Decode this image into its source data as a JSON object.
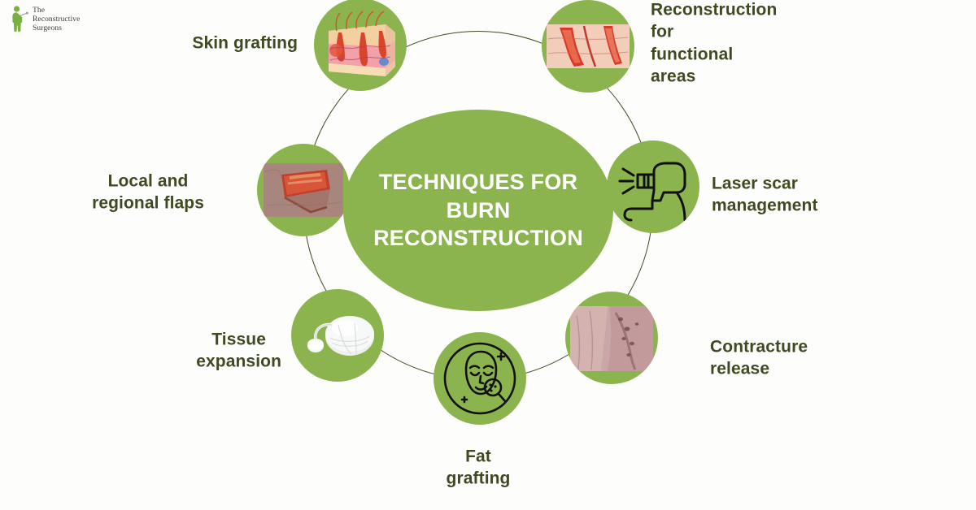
{
  "logo": {
    "name": "The\nReconstructive\nSurgeons",
    "mark": "standing-figure-icon"
  },
  "hub": {
    "title": "TECHNIQUES  FOR\nBURN\nRECONSTRUCTION",
    "bg_color": "#8cb44e",
    "text_color": "#ffffff"
  },
  "theme": {
    "green": "#8cb44e",
    "dark_green": "#3f4a22",
    "background": "#fdfdfb"
  },
  "nodes": [
    {
      "id": "skin-grafting",
      "label": "Skin grafting",
      "icon": "skin-cross-section-illustration",
      "label_align": "left",
      "angle_deg": -108
    },
    {
      "id": "reconstruction-functional-areas",
      "label": "Reconstruction for\nfunctional areas",
      "icon": "wrist-incision-photo",
      "label_align": "right",
      "angle_deg": -63
    },
    {
      "id": "laser-scar-management",
      "label": "Laser scar\nmanagement",
      "icon": "laser-handpiece-icon",
      "label_align": "right",
      "angle_deg": -6
    },
    {
      "id": "contracture-release",
      "label": "Contracture\nrelease",
      "icon": "scarred-knee-photo",
      "label_align": "right",
      "angle_deg": 40
    },
    {
      "id": "fat-grafting",
      "label": "Fat grafting",
      "icon": "face-magnifier-icon",
      "label_align": "center",
      "angle_deg": 89
    },
    {
      "id": "tissue-expansion",
      "label": "Tissue\nexpansion",
      "icon": "tissue-expander-implant-photo",
      "label_align": "left",
      "angle_deg": 138
    },
    {
      "id": "local-regional-flaps",
      "label": "Local and\nregional flaps",
      "icon": "surgical-flap-photo",
      "label_align": "left",
      "angle_deg": 185
    },
    {
      "id": "skin-grafting-anchor",
      "label": "",
      "icon": "",
      "label_align": "left",
      "angle_deg": 0
    }
  ]
}
